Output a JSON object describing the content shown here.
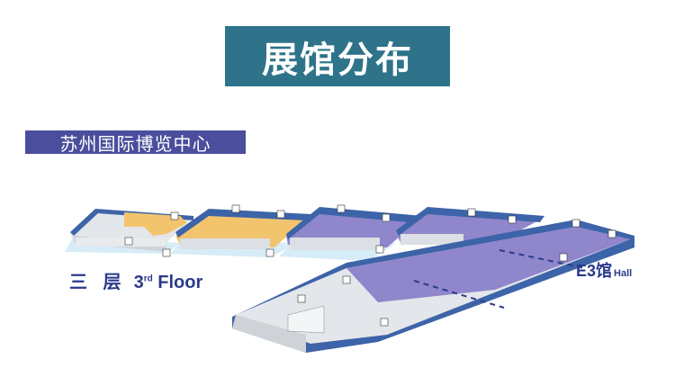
{
  "header": {
    "title": "展馆分布"
  },
  "venue": {
    "name": "苏州国际博览中心"
  },
  "map": {
    "floor_label_cn": "三 层",
    "floor_label_num": "3",
    "floor_label_sup": "rd",
    "floor_label_en": "Floor",
    "hall_label_cn": "E3馆",
    "hall_label_en": "Hall",
    "icons": {
      "restroom": "restroom-icon",
      "escalator": "escalator-icon",
      "elevator": "elevator-icon",
      "info": "info-desk-icon"
    },
    "colors": {
      "title_bg": "#2e7389",
      "venue_bg": "#4a4e9c",
      "wall_blue": "#3d64a8",
      "floor_purple": "#8f86cc",
      "floor_yellow": "#f2c46e",
      "floor_grey": "#e3e6ea",
      "base_lightblue": "#d6ecf7",
      "label_navy": "#2a3a8c"
    }
  }
}
